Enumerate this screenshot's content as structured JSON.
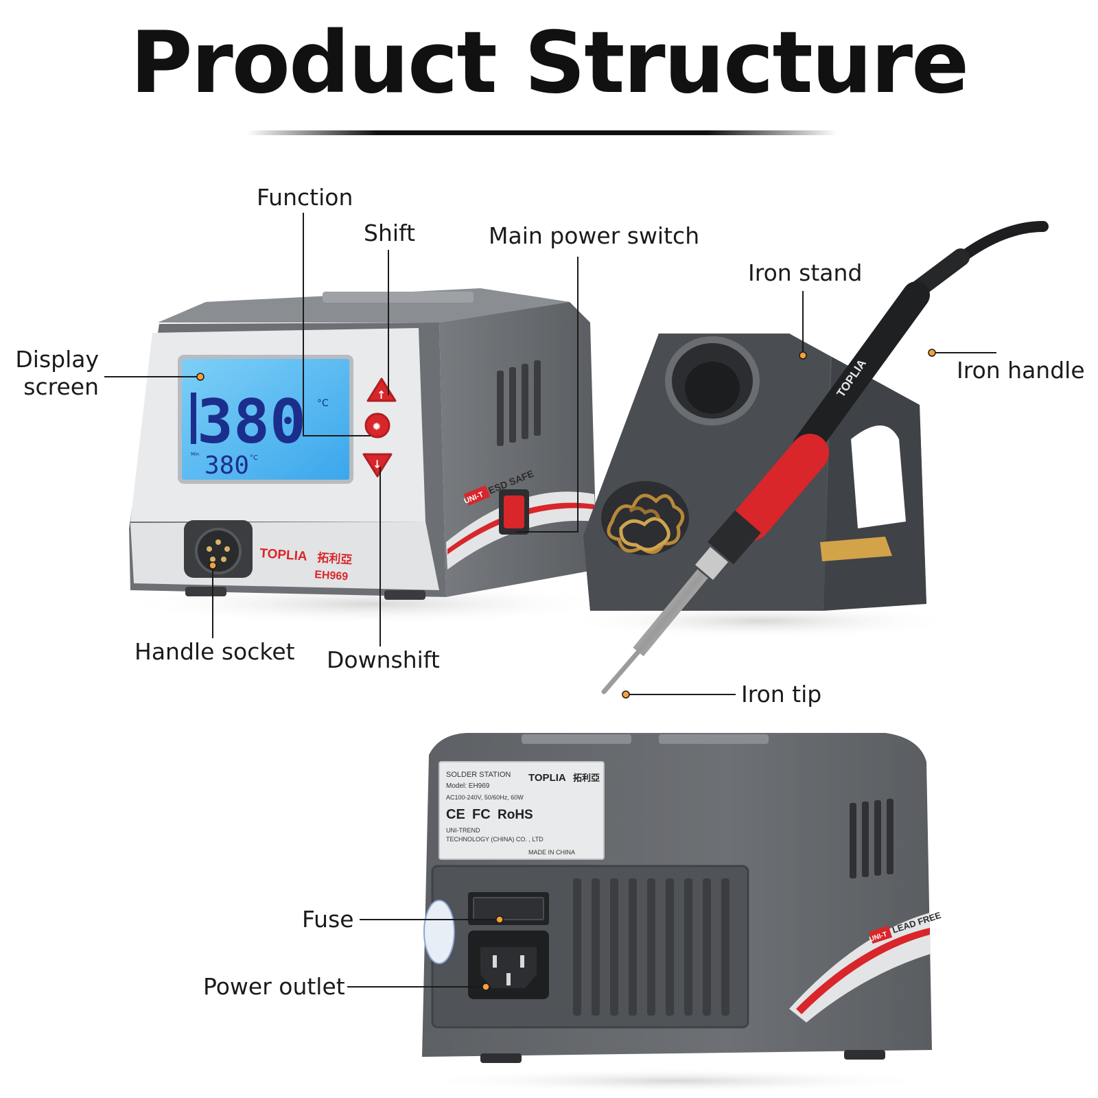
{
  "header": {
    "title": "Product Structure"
  },
  "callouts": {
    "function": "Function",
    "shift": "Shift",
    "main_power_switch": "Main power switch",
    "iron_stand": "Iron stand",
    "display_screen_line1": "Display",
    "display_screen_line2": "screen",
    "iron_handle": "Iron handle",
    "handle_socket": "Handle socket",
    "downshift": "Downshift",
    "iron_tip": "Iron tip",
    "fuse": "Fuse",
    "power_outlet": "Power outlet"
  },
  "front_unit": {
    "lcd_main_reading": "380",
    "lcd_main_unit": "°C",
    "lcd_set_reading": "380",
    "lcd_set_unit": "°C",
    "lcd_small_label": "Min",
    "brand_text": "TOPLIA",
    "brand_text_cjk": "拓利亞",
    "model_text": "EH969",
    "side_badge": "UNI-T",
    "side_badge_text": "ESD SAFE"
  },
  "iron": {
    "handle_brand": "TOPLIA"
  },
  "rear_unit": {
    "label": {
      "line1": "SOLDER STATION",
      "brand": "TOPLIA",
      "brand_cjk": "拓利亞",
      "model": "Model: EH969",
      "rating": "AC100-240V, 50/60Hz, 60W",
      "cert_ce": "CE",
      "cert_fc": "FC",
      "cert_rohs": "RoHS",
      "maker_line1": "UNI-TREND",
      "maker_line2": "TECHNOLOGY (CHINA) CO. , LTD",
      "origin": "MADE IN CHINA"
    },
    "side_badge": "UNI-T",
    "side_badge_text": "LEAD FREE"
  },
  "colors": {
    "body_gray": "#6b6e72",
    "panel_white": "#e9eaec",
    "lcd_blue": "#4fb6f0",
    "lcd_digit": "#1c2e8c",
    "accent_red": "#d8262a",
    "brass": "#b8893a",
    "callout_dot": "#f4a13b"
  }
}
